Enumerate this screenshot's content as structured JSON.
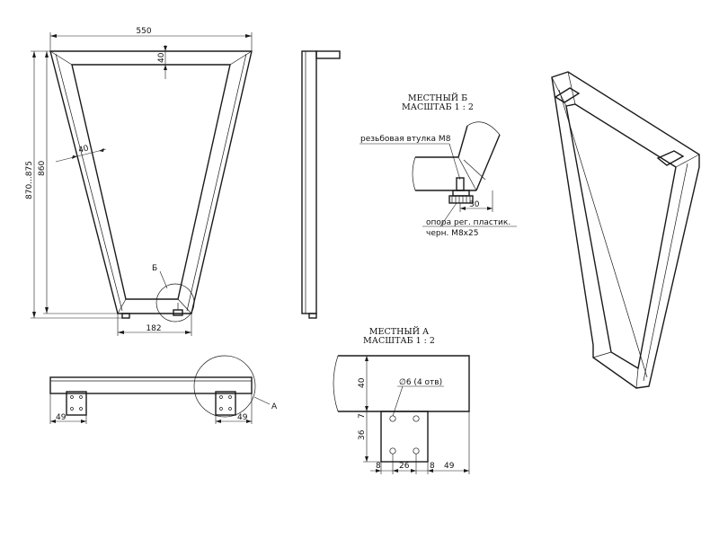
{
  "front_view": {
    "dim_top_width": "550",
    "dim_profile_top": "40",
    "dim_profile_side": "40",
    "dim_height_total": "870...875",
    "dim_height_frame": "860",
    "dim_bottom_width": "182",
    "callout_b": "Б"
  },
  "detail_b": {
    "title": "МЕСТНЫЙ Б",
    "scale": "МАСШТАБ 1 : 2",
    "label_bushing": "резьбовая втулка M8",
    "dim_30": "30",
    "label_foot_1": "опора рег. пластик.",
    "label_foot_2": "черн. M8x25"
  },
  "top_view": {
    "dim_left": "49",
    "dim_right": "49",
    "callout_a": "A"
  },
  "detail_a": {
    "title": "МЕСТНЫЙ А",
    "scale": "МАСШТАБ 1 : 2",
    "dim_40": "40",
    "dim_7": "7",
    "dim_36": "36",
    "hole_note": "∅6 (4 отв)",
    "dim_8_left": "8",
    "dim_26": "26",
    "dim_8_right": "8",
    "dim_49": "49"
  }
}
